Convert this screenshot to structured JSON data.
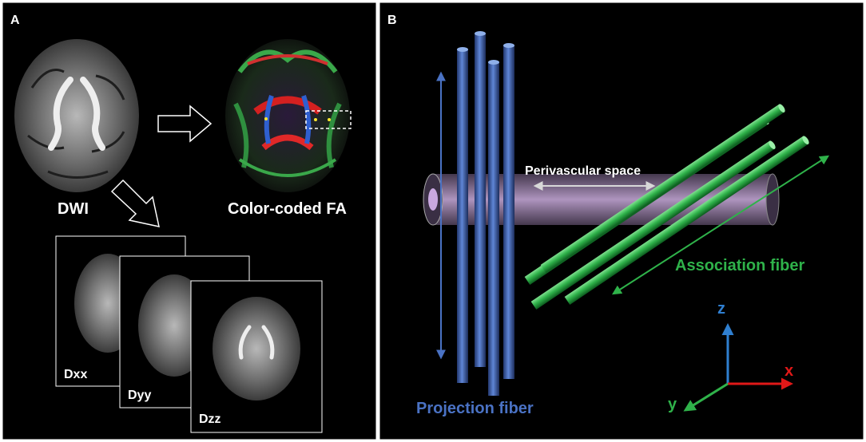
{
  "panel_a": {
    "label": "A",
    "dwi_label": "DWI",
    "fa_label": "Color-coded FA",
    "tensor_maps": [
      {
        "label": "Dxx"
      },
      {
        "label": "Dyy"
      },
      {
        "label": "Dzz"
      }
    ]
  },
  "panel_b": {
    "label": "B",
    "perivascular_label": "Perivascular space",
    "association_label": "Association fiber",
    "projection_label": "Projection fiber",
    "axes": {
      "x": "x",
      "y": "y",
      "z": "z"
    }
  },
  "colors": {
    "background": "#000000",
    "projection": "#4a72c4",
    "association": "#2fb24a",
    "perivascular": "#c9a8e0",
    "axis_x": "#e01818",
    "axis_y": "#2fb24a",
    "axis_z": "#2f7fd0"
  }
}
